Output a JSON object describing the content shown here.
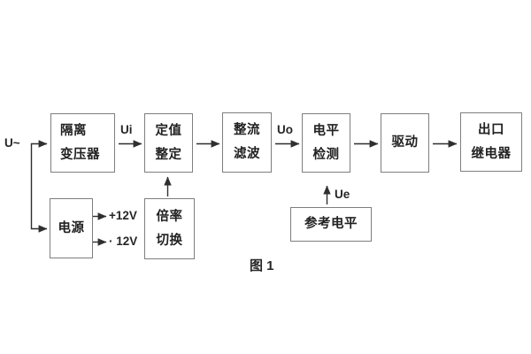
{
  "figure": {
    "caption": "图 1"
  },
  "labels": {
    "u_input": "U~",
    "ui": "Ui",
    "uo": "Uo",
    "ue": "Ue",
    "plus12": "+12V",
    "minus12": "· 12V"
  },
  "blocks": [
    {
      "name": "isolation-transformer",
      "lines": [
        "隔离",
        "变压器"
      ]
    },
    {
      "name": "setting-adjust",
      "lines": [
        "定值",
        "整定"
      ]
    },
    {
      "name": "rectifier-filter",
      "lines": [
        "整流",
        "滤波"
      ]
    },
    {
      "name": "level-detection",
      "lines": [
        "电平",
        "检测"
      ]
    },
    {
      "name": "drive",
      "lines": [
        "驱动"
      ]
    },
    {
      "name": "output-relay",
      "lines": [
        "出口",
        "继电器"
      ]
    },
    {
      "name": "power-supply",
      "lines": [
        "电源"
      ]
    },
    {
      "name": "ratio-switch",
      "lines": [
        "倍率",
        "切换"
      ]
    },
    {
      "name": "reference-level",
      "lines": [
        "参考电平"
      ]
    }
  ],
  "colors": {
    "background": "#ffffff",
    "box_border": "#7e7e7e",
    "line": "#2f2f2f",
    "text": "#212121"
  }
}
